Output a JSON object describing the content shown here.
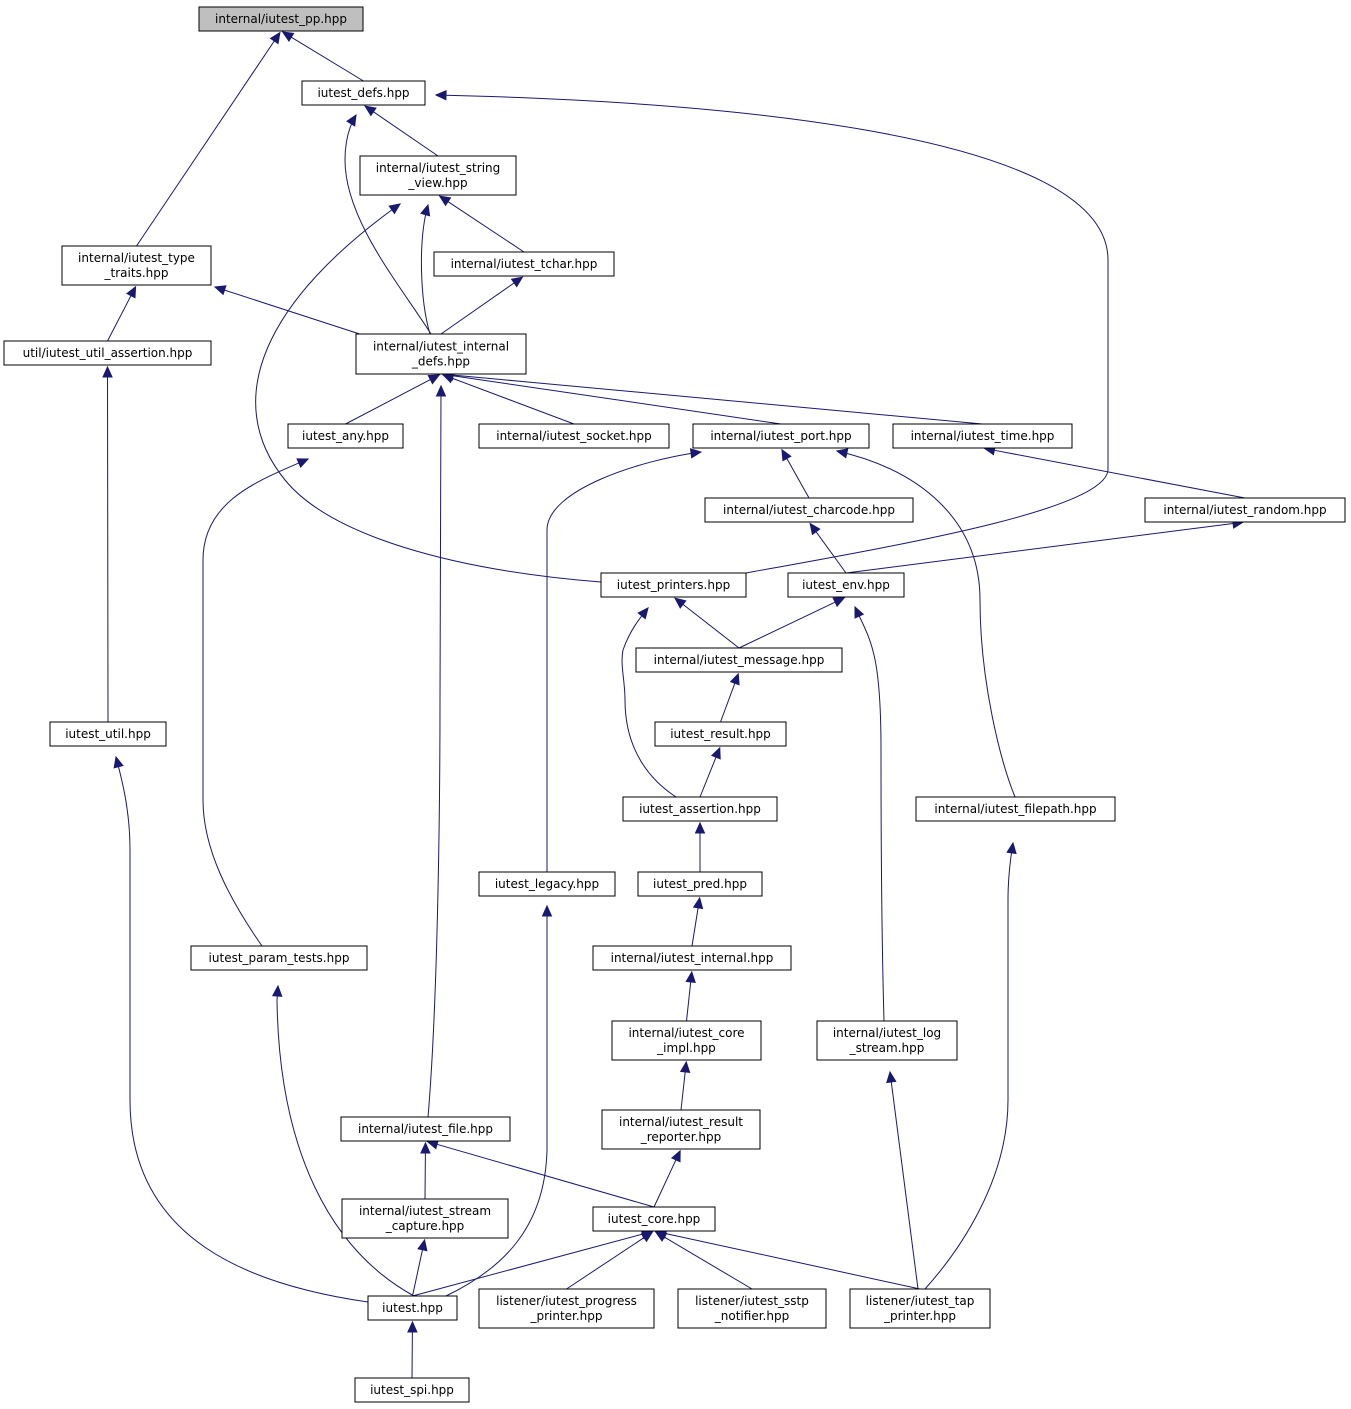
{
  "nodes": [
    {
      "id": "pp",
      "lines": [
        "internal/iutest_pp.hpp"
      ],
      "root": true
    },
    {
      "id": "defs",
      "lines": [
        "iutest_defs.hpp"
      ]
    },
    {
      "id": "sv",
      "lines": [
        "internal/iutest_string",
        "_view.hpp"
      ]
    },
    {
      "id": "tt",
      "lines": [
        "internal/iutest_type",
        "_traits.hpp"
      ]
    },
    {
      "id": "tchar",
      "lines": [
        "internal/iutest_tchar.hpp"
      ]
    },
    {
      "id": "ua",
      "lines": [
        "util/iutest_util_assertion.hpp"
      ]
    },
    {
      "id": "idefs",
      "lines": [
        "internal/iutest_internal",
        "_defs.hpp"
      ]
    },
    {
      "id": "any",
      "lines": [
        "iutest_any.hpp"
      ]
    },
    {
      "id": "socket",
      "lines": [
        "internal/iutest_socket.hpp"
      ]
    },
    {
      "id": "port",
      "lines": [
        "internal/iutest_port.hpp"
      ]
    },
    {
      "id": "time",
      "lines": [
        "internal/iutest_time.hpp"
      ]
    },
    {
      "id": "charcode",
      "lines": [
        "internal/iutest_charcode.hpp"
      ]
    },
    {
      "id": "random",
      "lines": [
        "internal/iutest_random.hpp"
      ]
    },
    {
      "id": "printers",
      "lines": [
        "iutest_printers.hpp"
      ]
    },
    {
      "id": "env",
      "lines": [
        "iutest_env.hpp"
      ]
    },
    {
      "id": "message",
      "lines": [
        "internal/iutest_message.hpp"
      ]
    },
    {
      "id": "util",
      "lines": [
        "iutest_util.hpp"
      ]
    },
    {
      "id": "result",
      "lines": [
        "iutest_result.hpp"
      ]
    },
    {
      "id": "assertion",
      "lines": [
        "iutest_assertion.hpp"
      ]
    },
    {
      "id": "filepath",
      "lines": [
        "internal/iutest_filepath.hpp"
      ]
    },
    {
      "id": "legacy",
      "lines": [
        "iutest_legacy.hpp"
      ]
    },
    {
      "id": "pred",
      "lines": [
        "iutest_pred.hpp"
      ]
    },
    {
      "id": "param",
      "lines": [
        "iutest_param_tests.hpp"
      ]
    },
    {
      "id": "internal",
      "lines": [
        "internal/iutest_internal.hpp"
      ]
    },
    {
      "id": "coreimpl",
      "lines": [
        "internal/iutest_core",
        "_impl.hpp"
      ]
    },
    {
      "id": "logstream",
      "lines": [
        "internal/iutest_log",
        "_stream.hpp"
      ]
    },
    {
      "id": "file",
      "lines": [
        "internal/iutest_file.hpp"
      ]
    },
    {
      "id": "reporter",
      "lines": [
        "internal/iutest_result",
        "_reporter.hpp"
      ]
    },
    {
      "id": "capture",
      "lines": [
        "internal/iutest_stream",
        "_capture.hpp"
      ]
    },
    {
      "id": "core",
      "lines": [
        "iutest_core.hpp"
      ]
    },
    {
      "id": "iutest",
      "lines": [
        "iutest.hpp"
      ]
    },
    {
      "id": "progress",
      "lines": [
        "listener/iutest_progress",
        "_printer.hpp"
      ]
    },
    {
      "id": "sstp",
      "lines": [
        "listener/iutest_sstp",
        "_notifier.hpp"
      ]
    },
    {
      "id": "tap",
      "lines": [
        "listener/iutest_tap",
        "_printer.hpp"
      ]
    },
    {
      "id": "spi",
      "lines": [
        "iutest_spi.hpp"
      ]
    }
  ],
  "edges": [
    {
      "from": "pp",
      "to": "defs"
    },
    {
      "from": "pp",
      "to": "tt"
    },
    {
      "from": "defs",
      "to": "sv"
    },
    {
      "from": "defs",
      "to": "idefs"
    },
    {
      "from": "defs",
      "to": "printers"
    },
    {
      "from": "sv",
      "to": "tchar"
    },
    {
      "from": "sv",
      "to": "idefs"
    },
    {
      "from": "sv",
      "to": "printers"
    },
    {
      "from": "tchar",
      "to": "idefs"
    },
    {
      "from": "tt",
      "to": "ua"
    },
    {
      "from": "tt",
      "to": "idefs"
    },
    {
      "from": "ua",
      "to": "util"
    },
    {
      "from": "idefs",
      "to": "any"
    },
    {
      "from": "idefs",
      "to": "socket"
    },
    {
      "from": "idefs",
      "to": "port"
    },
    {
      "from": "idefs",
      "to": "time"
    },
    {
      "from": "idefs",
      "to": "file"
    },
    {
      "from": "any",
      "to": "param"
    },
    {
      "from": "port",
      "to": "charcode"
    },
    {
      "from": "port",
      "to": "legacy"
    },
    {
      "from": "port",
      "to": "filepath"
    },
    {
      "from": "time",
      "to": "random"
    },
    {
      "from": "charcode",
      "to": "env"
    },
    {
      "from": "random",
      "to": "env"
    },
    {
      "from": "printers",
      "to": "message"
    },
    {
      "from": "printers",
      "to": "assertion"
    },
    {
      "from": "env",
      "to": "message"
    },
    {
      "from": "env",
      "to": "logstream"
    },
    {
      "from": "message",
      "to": "result"
    },
    {
      "from": "result",
      "to": "assertion"
    },
    {
      "from": "assertion",
      "to": "pred"
    },
    {
      "from": "pred",
      "to": "internal"
    },
    {
      "from": "internal",
      "to": "coreimpl"
    },
    {
      "from": "coreimpl",
      "to": "reporter"
    },
    {
      "from": "reporter",
      "to": "core"
    },
    {
      "from": "file",
      "to": "capture"
    },
    {
      "from": "file",
      "to": "core"
    },
    {
      "from": "capture",
      "to": "iutest"
    },
    {
      "from": "legacy",
      "to": "iutest"
    },
    {
      "from": "param",
      "to": "iutest"
    },
    {
      "from": "util",
      "to": "iutest"
    },
    {
      "from": "core",
      "to": "iutest"
    },
    {
      "from": "core",
      "to": "progress"
    },
    {
      "from": "core",
      "to": "sstp"
    },
    {
      "from": "core",
      "to": "tap"
    },
    {
      "from": "logstream",
      "to": "tap"
    },
    {
      "from": "filepath",
      "to": "tap"
    },
    {
      "from": "iutest",
      "to": "spi"
    }
  ]
}
